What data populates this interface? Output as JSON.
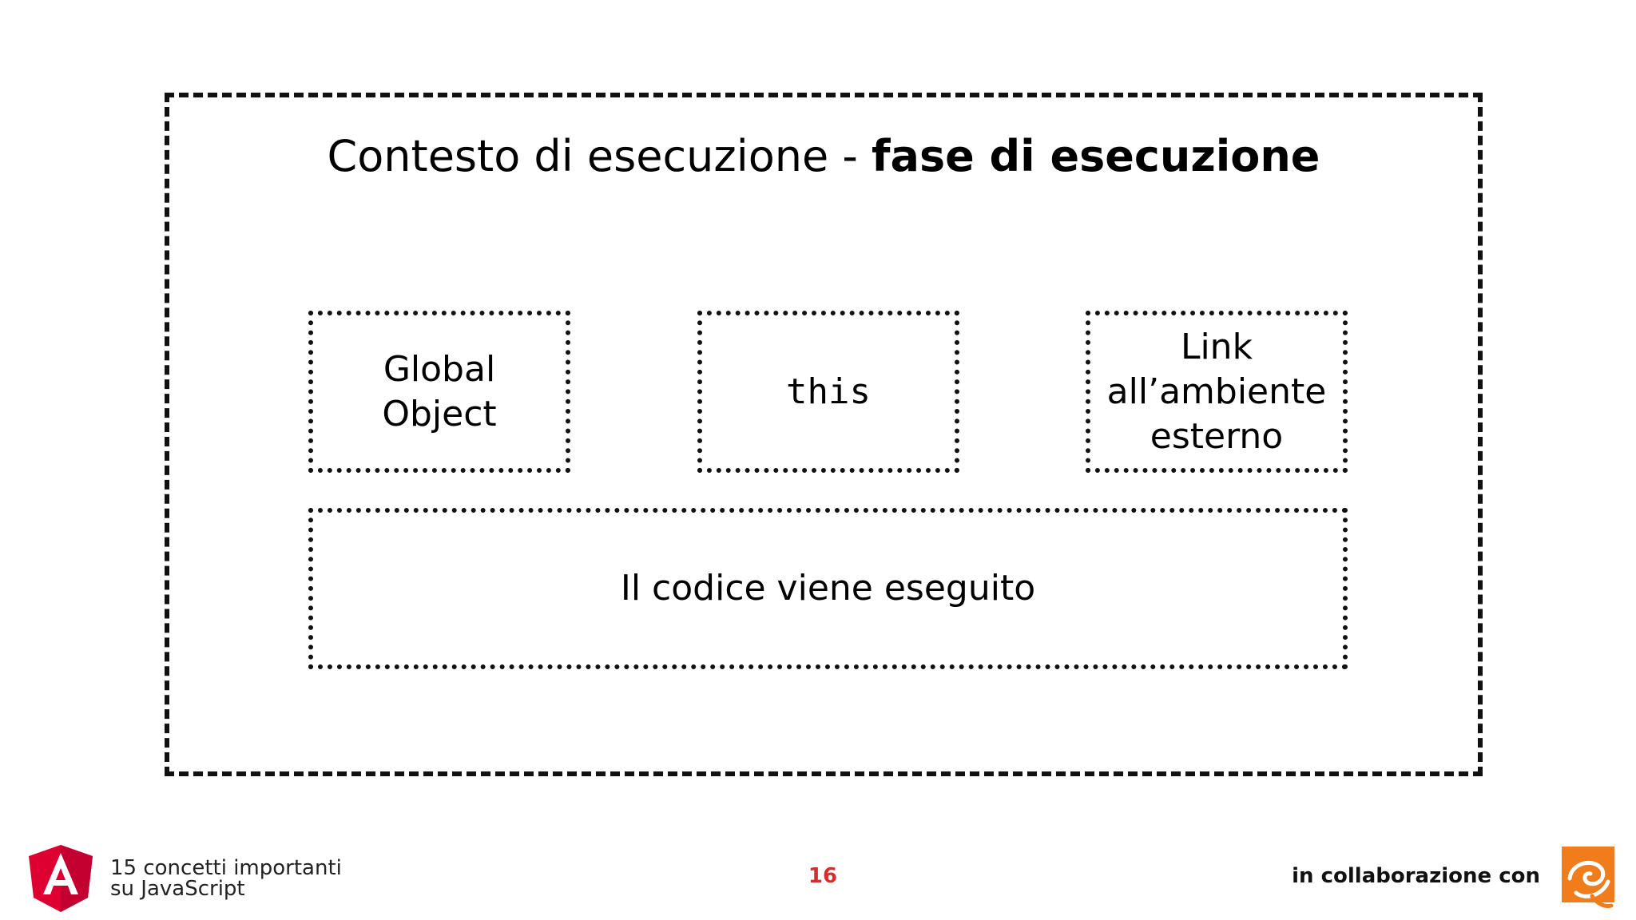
{
  "slide": {
    "title_regular": "Contesto di esecuzione - ",
    "title_bold": "fase di esecuzione"
  },
  "boxes": {
    "global_object": "Global\nObject",
    "this": "this",
    "link": "Link\nall’ambiente\nesterno",
    "code": "Il codice viene eseguito"
  },
  "footer": {
    "course_line1": "15 concetti importanti",
    "course_line2": "su JavaScript",
    "page_number": "16",
    "collaboration": "in collaborazione con"
  },
  "colors": {
    "angular_red": "#dd0031",
    "angular_dark_red": "#c3002f",
    "page_number_red": "#d32f2f",
    "partner_orange": "#f07c1b"
  }
}
